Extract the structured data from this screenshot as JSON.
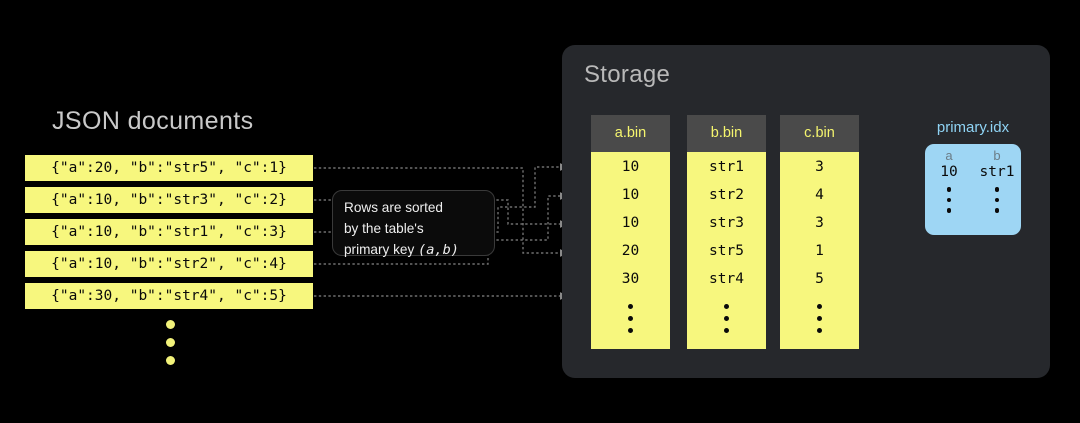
{
  "left": {
    "heading": "JSON documents",
    "documents": [
      "{\"a\":20, \"b\":\"str5\", \"c\":1}",
      "{\"a\":10, \"b\":\"str3\", \"c\":2}",
      "{\"a\":10, \"b\":\"str1\", \"c\":3}",
      "{\"a\":10, \"b\":\"str2\", \"c\":4}",
      "{\"a\":30, \"b\":\"str4\", \"c\":5}"
    ],
    "ellipsis": "vertical-ellipsis"
  },
  "note": {
    "line1": "Rows are sorted",
    "line2": "by the table's",
    "line3": "primary key ",
    "primary_key": "(a,b)"
  },
  "storage": {
    "title": "Storage",
    "columns": [
      {
        "name": "a.bin",
        "values": [
          "10",
          "10",
          "10",
          "20",
          "30"
        ]
      },
      {
        "name": "b.bin",
        "values": [
          "str1",
          "str2",
          "str3",
          "str5",
          "str4"
        ]
      },
      {
        "name": "c.bin",
        "values": [
          "3",
          "4",
          "3",
          "1",
          "5"
        ]
      }
    ],
    "index": {
      "label": "primary.idx",
      "headers": [
        "a",
        "b"
      ],
      "values": [
        "10",
        "str1"
      ]
    }
  },
  "colors": {
    "background": "#000000",
    "yellow": "#f7f77e",
    "panel": "#26282c",
    "column_header": "#4a4a4a",
    "header_text": "#f5f56e",
    "index_blue": "#9ed6f4",
    "index_label": "#8fd3f4",
    "heading_gray": "#c9c9c9",
    "wire_gray": "#6f6f6f"
  }
}
